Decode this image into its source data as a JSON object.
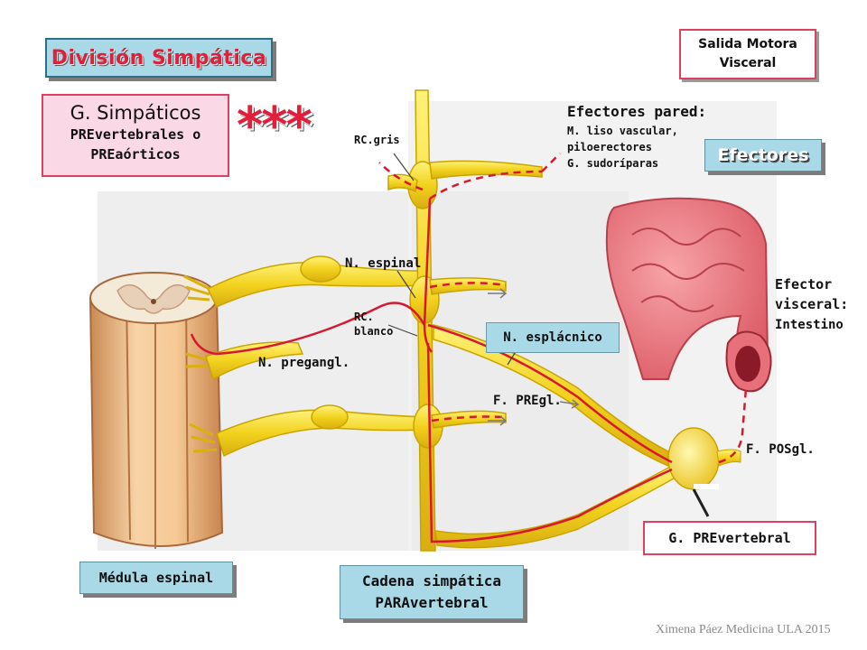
{
  "title": "División Simpática",
  "g_simpaticos": {
    "line1": "G. Simpáticos",
    "line2": "PREvertebrales o",
    "line3": "PREaórticos"
  },
  "stars": "***",
  "salida_motora": {
    "line1": "Salida Motora",
    "line2": "Visceral"
  },
  "efectores_badge": "Efectores",
  "efectores_pared": {
    "heading": "Efectores pared:",
    "line1": "M. liso vascular,",
    "line2": "piloerectores",
    "line3": "G. sudoríparas"
  },
  "efector_visceral": {
    "line1": "Efector",
    "line2": "visceral:",
    "line3": "Intestino"
  },
  "labels": {
    "rc_gris": "RC.gris",
    "n_espinal": "N. espinal",
    "rc_blanco_1": "RC.",
    "rc_blanco_2": "blanco",
    "n_pregangl": "N. pregangl.",
    "n_esplacnico": "N. esplácnico",
    "f_pregl": "F. PREgl.",
    "f_posgl": "F. POSgl.",
    "g_prevertebral": "G. PREvertebral",
    "medula_espinal": "Médula espinal",
    "cadena_1": "Cadena simpática",
    "cadena_2": "PARAvertebral"
  },
  "credit": "Ximena Páez Medicina ULA 2015",
  "colors": {
    "nerve": "#f2d21e",
    "nerve_edge": "#c9a400",
    "fiber": "#d81830",
    "box_blue": "#a9d8e6",
    "box_pink": "#fbd8e6",
    "accent_red": "#e0203a",
    "intestine": "#e8707a"
  }
}
